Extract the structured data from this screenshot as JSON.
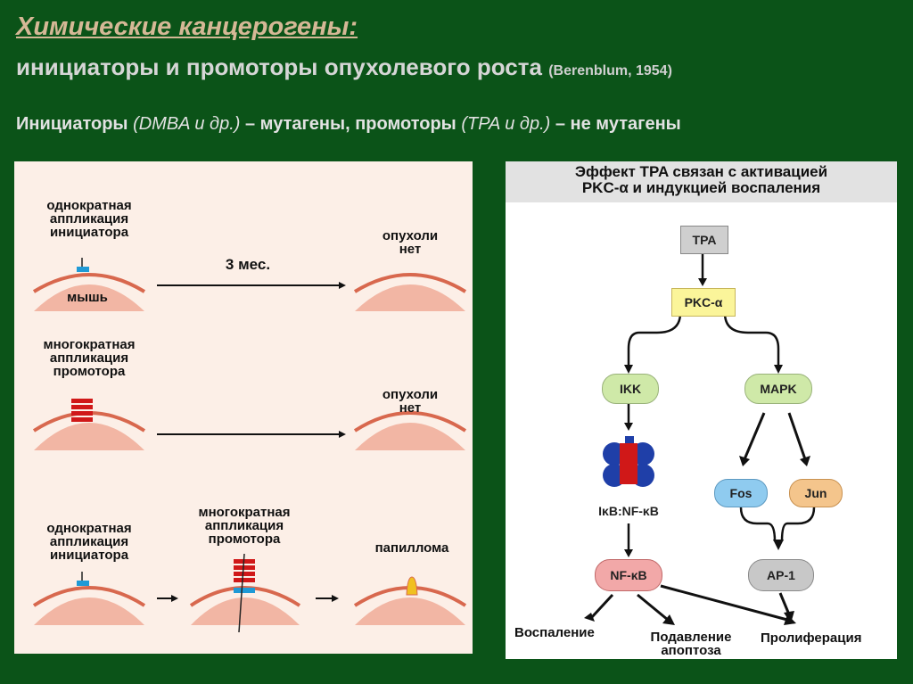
{
  "title": {
    "line1": "Химические канцерогены:",
    "line2": "инициаторы и промоторы опухолевого роста",
    "line2_ref": "(Berenblum, 1954)"
  },
  "subtitle": {
    "part1": "Инициаторы",
    "part2": "(DMBA и др.)",
    "part3": "– мутагены, промоторы",
    "part4": "(TPA и др.)",
    "part5": "– не мутагены"
  },
  "left": {
    "row1": {
      "label_lines": [
        "однократная",
        "аппликация",
        "инициатора"
      ],
      "mouse_label": "мышь",
      "interval_label": "3 мес.",
      "result_lines": [
        "опухоли",
        "нет"
      ]
    },
    "row2": {
      "label_lines": [
        "многократная",
        "аппликация",
        "промотора"
      ],
      "result_lines": [
        "опухоли",
        "нет"
      ]
    },
    "row3": {
      "label_lines": [
        "однократная",
        "аппликация",
        "инициатора"
      ],
      "mid_label_lines": [
        "многократная",
        "аппликация",
        "промотора"
      ],
      "result_label": "папиллома"
    }
  },
  "right": {
    "header_lines": [
      "Эффект TPA связан с активацией",
      "PKC-α и индукцией воспаления"
    ],
    "nodes": {
      "tpa": "TPA",
      "pkc": "PKC-α",
      "ikk": "IKK",
      "mapk": "MAPK",
      "complex": "IκB:NF-κB",
      "fos": "Fos",
      "jun": "Jun",
      "nfkb": "NF-κB",
      "ap1": "AP-1"
    },
    "outcomes": {
      "inflammation": "Воспаление",
      "apoptosis_lines": [
        "Подавление",
        "апоптоза"
      ],
      "proliferation": "Пролиферация"
    }
  },
  "colors": {
    "background": "#0b5318",
    "skin": "#f2b6a4",
    "skin_edge": "#d8684e",
    "initiator": "#1f9ad6",
    "promoter": "#d01818",
    "papilloma": "#f0c020",
    "tpa_box": "#cfcfcf",
    "pkc_box": "#fbf59a",
    "ikk_mapk": "#cfe9a8",
    "fos_jun_blue": "#8fcbef",
    "jun_orange": "#f4c58c",
    "nfkb_red": "#f2a8a8",
    "ap1_gray": "#c8c8c8",
    "complex_blue": "#1f3fa8"
  }
}
